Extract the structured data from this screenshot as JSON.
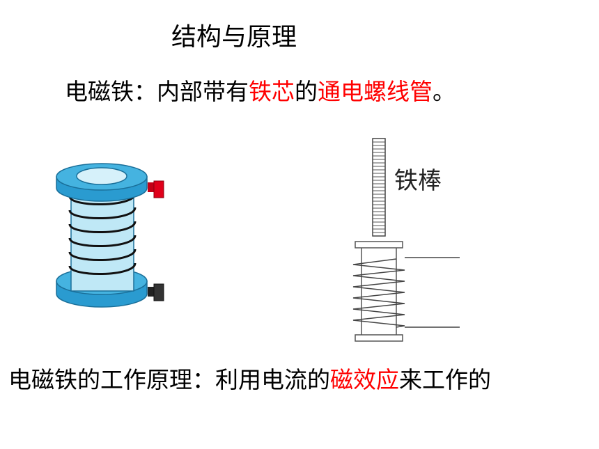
{
  "slide": {
    "title": "结构与原理",
    "definition": {
      "prefix": "电磁铁：内部带有",
      "highlight1": "铁芯",
      "middle": "的",
      "highlight2": "通电螺线管",
      "suffix": "。"
    },
    "principle": {
      "prefix": "电磁铁的工作原理：利用电流的",
      "highlight": "磁效应",
      "suffix": "来工作的"
    },
    "diagram": {
      "rod_label": "铁棒"
    }
  },
  "colors": {
    "highlight": "#ff0000",
    "coil_blue": "#3ba6d6",
    "coil_light": "#c9ecf7",
    "terminal_red": "#e0001a",
    "terminal_dark": "#333333"
  }
}
